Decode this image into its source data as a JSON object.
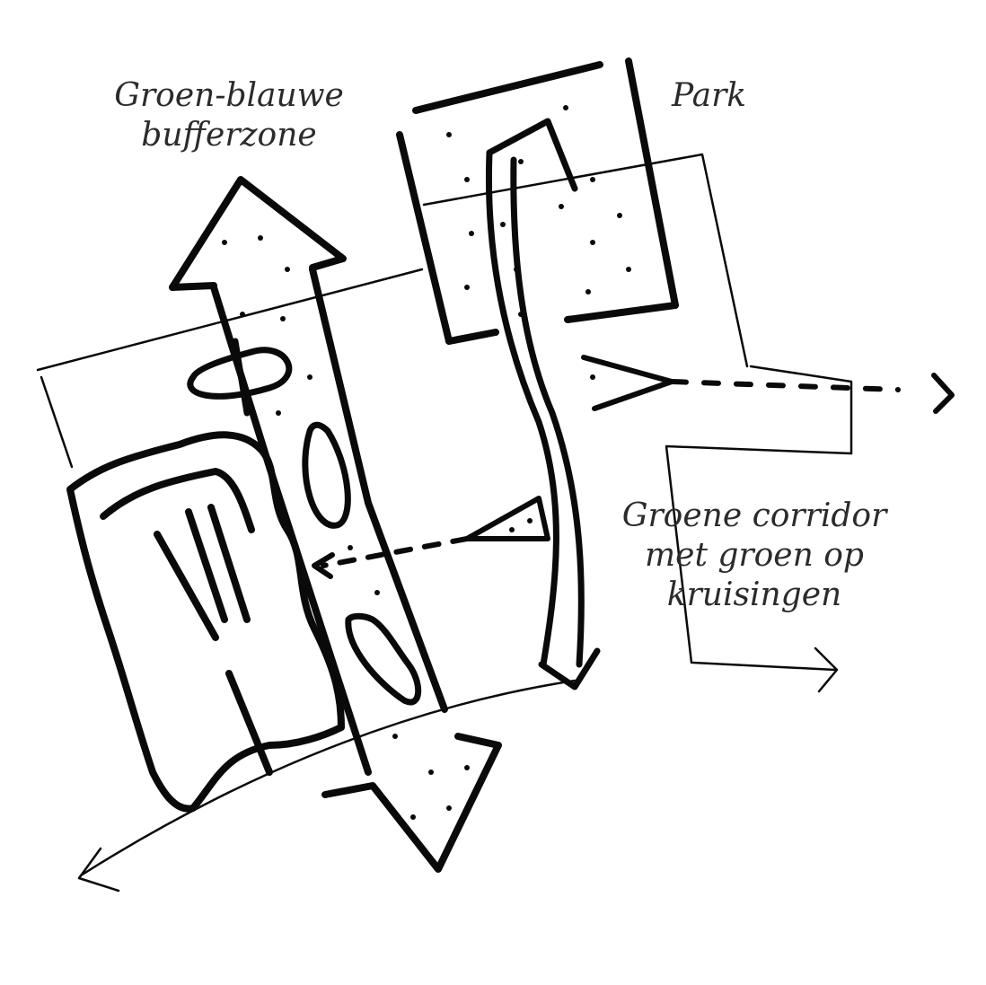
{
  "labels": {
    "buffer_line1": "Groen-blauwe",
    "buffer_line2": "bufferzone",
    "park": "Park",
    "corridor_line1": "Groene corridor",
    "corridor_line2": "met groen op",
    "corridor_line3": "kruisingen"
  },
  "colors": {
    "ink": "#0a0a0a",
    "text": "#2b2b2b",
    "background": "#ffffff"
  }
}
